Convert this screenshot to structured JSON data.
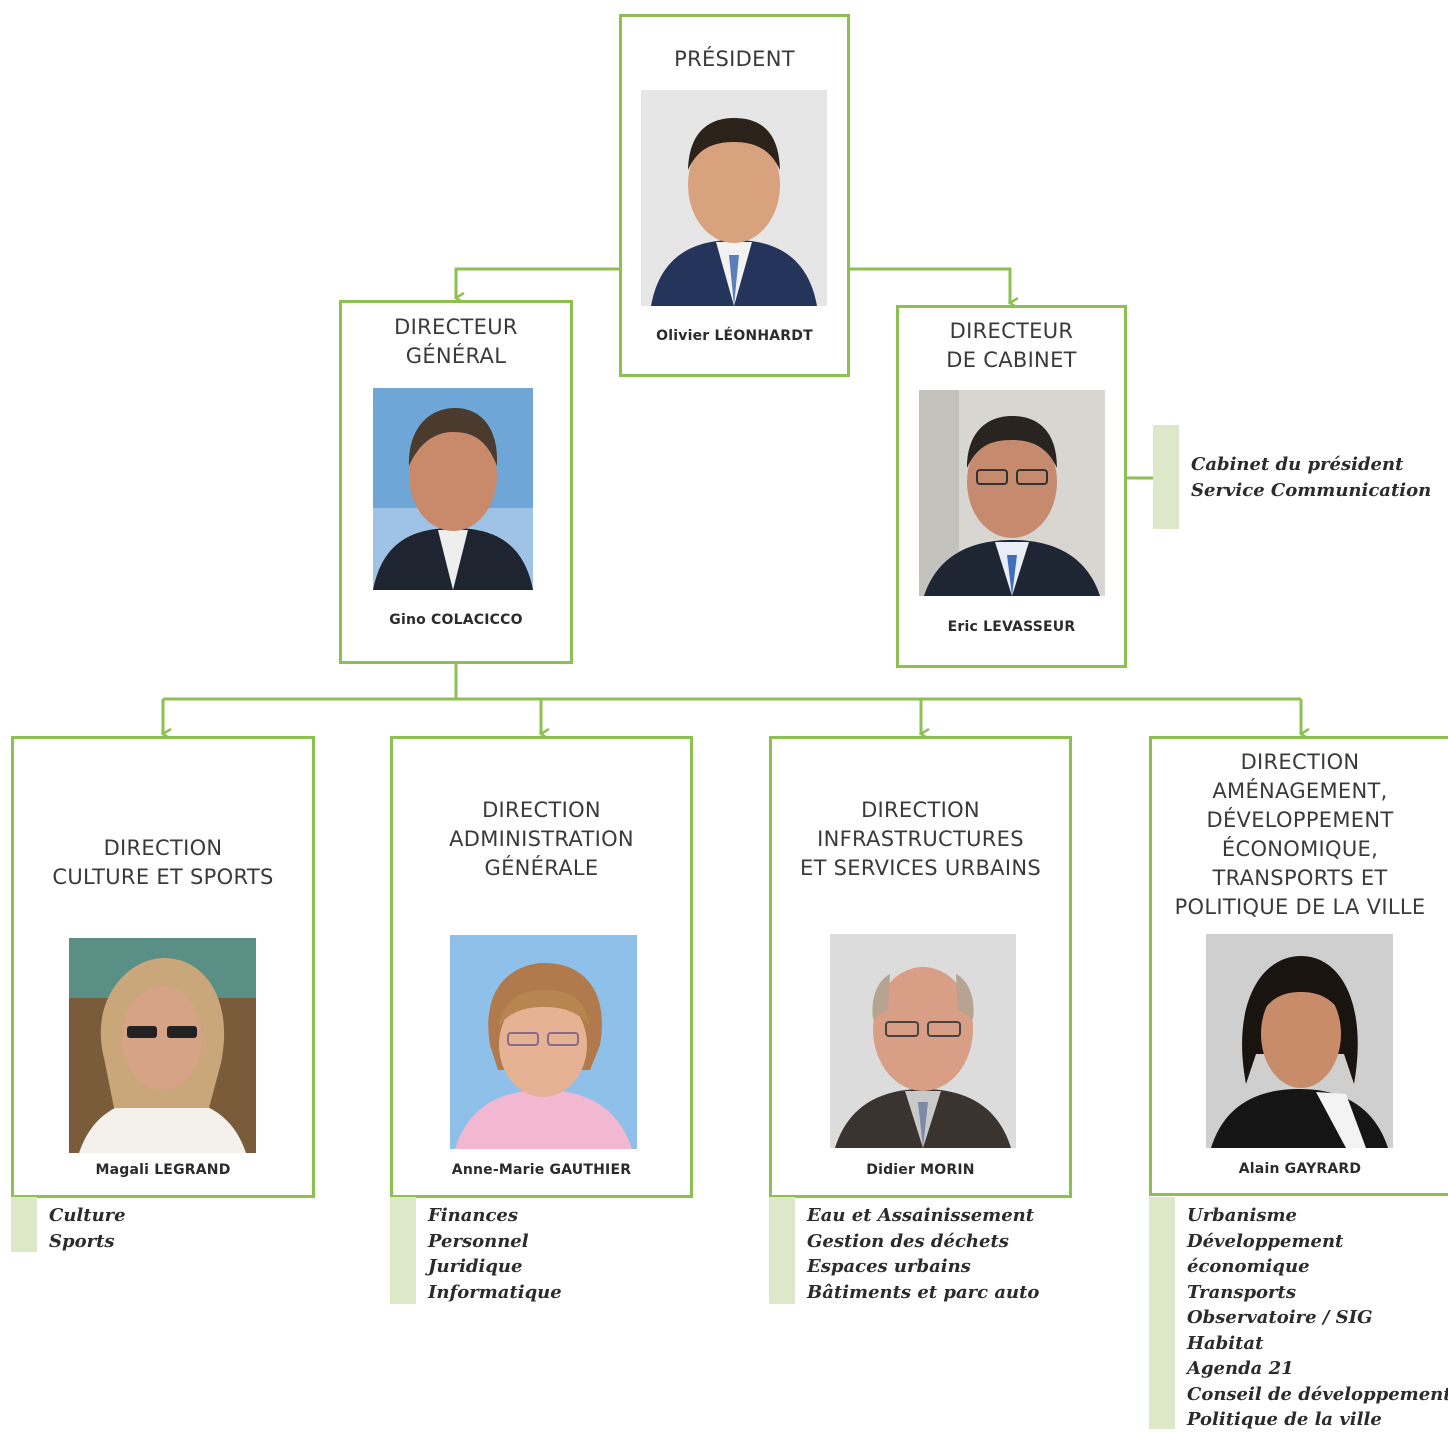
{
  "colors": {
    "accent": "#8cc152",
    "service_bar": "#dde8c8"
  },
  "president": {
    "title_lines": [
      "PRÉSIDENT"
    ],
    "name": "Olivier LÉONHARDT",
    "photo": "portrait-photo"
  },
  "directeur_general": {
    "title_lines": [
      "DIRECTEUR",
      "GÉNÉRAL"
    ],
    "name": "Gino COLACICCO",
    "photo": "portrait-photo"
  },
  "directeur_cabinet": {
    "title_lines": [
      "DIRECTEUR",
      "DE CABINET"
    ],
    "name": "Eric LEVASSEUR",
    "photo": "portrait-photo",
    "services": [
      "Cabinet du président",
      "Service Communication"
    ]
  },
  "directions": [
    {
      "title_lines": [
        "DIRECTION",
        "CULTURE ET SPORTS"
      ],
      "name": "Magali LEGRAND",
      "photo": "portrait-photo",
      "services": [
        "Culture",
        "Sports"
      ]
    },
    {
      "title_lines": [
        "DIRECTION",
        "ADMINISTRATION",
        "GÉNÉRALE"
      ],
      "name": "Anne-Marie GAUTHIER",
      "photo": "portrait-photo",
      "services": [
        "Finances",
        "Personnel",
        "Juridique",
        "Informatique"
      ]
    },
    {
      "title_lines": [
        "DIRECTION",
        "INFRASTRUCTURES",
        "ET SERVICES URBAINS"
      ],
      "name": "Didier MORIN",
      "photo": "portrait-photo",
      "services": [
        "Eau et Assainissement",
        "Gestion des déchets",
        "Espaces urbains",
        "Bâtiments et parc auto"
      ]
    },
    {
      "title_lines": [
        "DIRECTION",
        "AMÉNAGEMENT,",
        "DÉVELOPPEMENT",
        "ÉCONOMIQUE,",
        "TRANSPORTS ET",
        "POLITIQUE DE LA VILLE"
      ],
      "name": "Alain GAYRARD",
      "photo": "portrait-photo",
      "services": [
        "Urbanisme",
        "Développement",
        "économique",
        "Transports",
        "Observatoire / SIG",
        "Habitat",
        "Agenda 21",
        "Conseil de développement",
        "Politique de la ville"
      ]
    }
  ]
}
